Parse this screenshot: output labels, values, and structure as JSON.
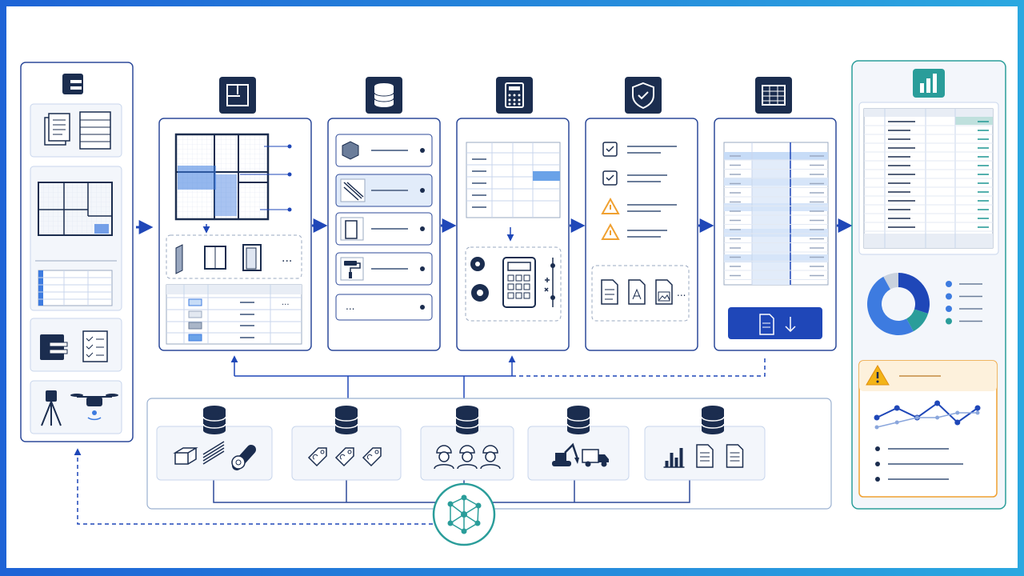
{
  "theme": {
    "navy": "#1b2d4f",
    "blue": "#1f47b8",
    "light_blue": "#3d7be0",
    "teal": "#2a9d9a",
    "orange": "#f0a030",
    "warn_yellow": "#f3b417",
    "panel_border": "#2d4a9a",
    "bg_panel": "#f3f6fb"
  },
  "input_panel": {
    "icons": [
      "file-cabinet-icon",
      "documents-icon",
      "list-sheet-icon",
      "floor-plan-icon",
      "schedule-table-icon",
      "cabinet-icon",
      "checklist-icon",
      "survey-tripod-icon",
      "drone-icon"
    ]
  },
  "stages": [
    {
      "key": "plan",
      "header_icon": "floor-plan-icon",
      "detected_items": "...",
      "table_more": "..."
    },
    {
      "key": "database",
      "header_icon": "database-icon",
      "list_more": "..."
    },
    {
      "key": "calculate",
      "header_icon": "calculator-icon"
    },
    {
      "key": "validate",
      "header_icon": "shield-check-icon",
      "doc_more": "..."
    },
    {
      "key": "schedule",
      "header_icon": "spreadsheet-icon",
      "export_icon": "document-download-icon"
    }
  ],
  "output_panel": {
    "header_icon": "bar-chart-icon",
    "donut": [
      {
        "value": 8,
        "color": "#c9d2de"
      },
      {
        "value": 30,
        "color": "#1f47b8"
      },
      {
        "value": 12,
        "color": "#2a9d9a"
      },
      {
        "value": 50,
        "color": "#3d7be0"
      }
    ],
    "legend_colors": [
      "#3d7be0",
      "#3d7be0",
      "#3d7be0",
      "#2a9d9a"
    ],
    "line_series": [
      {
        "name": "",
        "color": "#1f47b8",
        "values": [
          3,
          5,
          3,
          6,
          2,
          5
        ]
      },
      {
        "name": "",
        "color": "#8aa6dc",
        "values": [
          1,
          2,
          3,
          3,
          4,
          4
        ]
      }
    ]
  },
  "resources": [
    {
      "key": "materials",
      "icons": [
        "brick-icon",
        "rebar-icon",
        "pipe-roll-icon"
      ]
    },
    {
      "key": "tags",
      "icons": [
        "price-tag-icon",
        "price-tag-icon",
        "price-tag-icon"
      ]
    },
    {
      "key": "labor",
      "icons": [
        "worker-icon",
        "worker-icon",
        "worker-icon"
      ]
    },
    {
      "key": "equipment",
      "icons": [
        "excavator-icon",
        "truck-icon"
      ]
    },
    {
      "key": "reports",
      "icons": [
        "bar-chart-icon",
        "document-icon",
        "document-icon"
      ]
    }
  ],
  "hub": {
    "icon": "network-hub-icon"
  }
}
